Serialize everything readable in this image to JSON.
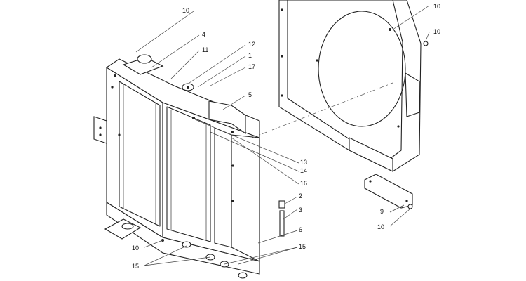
{
  "callouts": [
    {
      "id": "c-10-top",
      "text": "10"
    },
    {
      "id": "c-4",
      "text": "4"
    },
    {
      "id": "c-11",
      "text": "11"
    },
    {
      "id": "c-12",
      "text": "12"
    },
    {
      "id": "c-1",
      "text": "1"
    },
    {
      "id": "c-17",
      "text": "17"
    },
    {
      "id": "c-5",
      "text": "5"
    },
    {
      "id": "c-13",
      "text": "13"
    },
    {
      "id": "c-14",
      "text": "14"
    },
    {
      "id": "c-16",
      "text": "16"
    },
    {
      "id": "c-2",
      "text": "2"
    },
    {
      "id": "c-3",
      "text": "3"
    },
    {
      "id": "c-6",
      "text": "6"
    },
    {
      "id": "c-15-right",
      "text": "15"
    },
    {
      "id": "c-15-left",
      "text": "15"
    },
    {
      "id": "c-10-left",
      "text": "10"
    },
    {
      "id": "c-10-shroud",
      "text": "10"
    },
    {
      "id": "c-10-bolt",
      "text": "10"
    },
    {
      "id": "c-9",
      "text": "9"
    },
    {
      "id": "c-10-bottom",
      "text": "10"
    }
  ]
}
